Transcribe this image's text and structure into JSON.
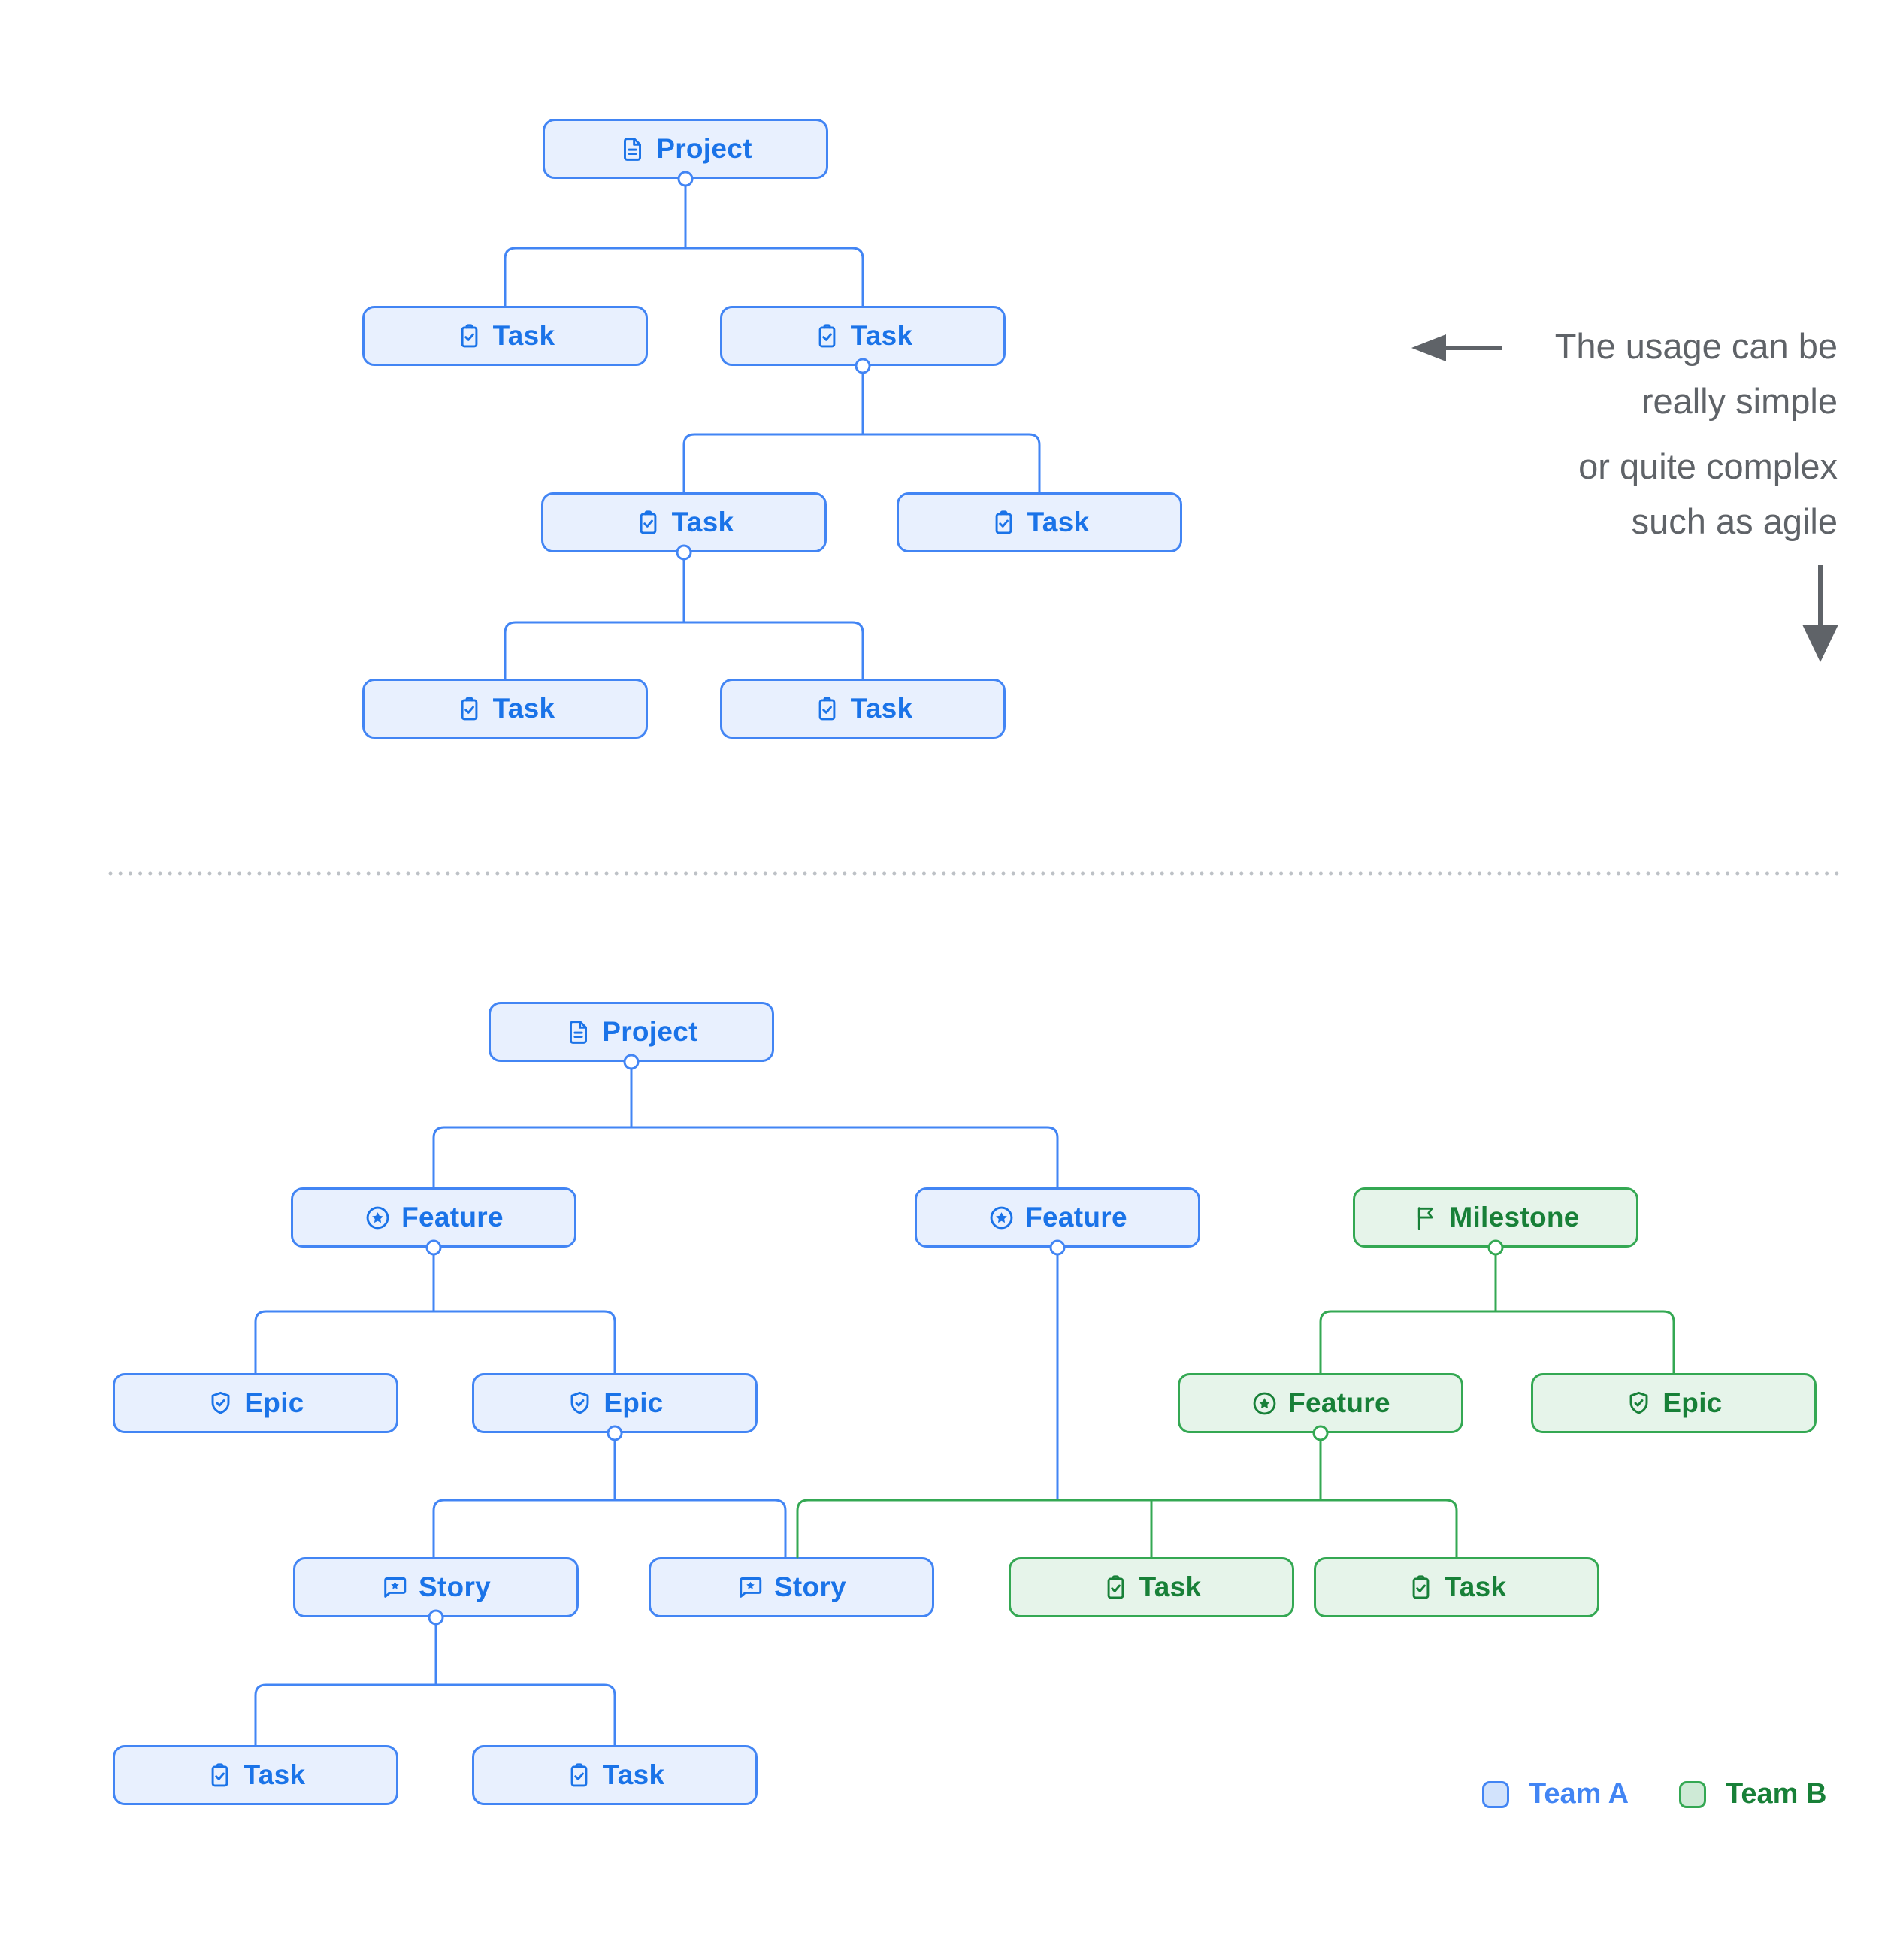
{
  "palette": {
    "team_a_border": "#4285F4",
    "team_a_fill": "#E8F0FE",
    "team_a_text": "#1A73E8",
    "team_b_border": "#34A853",
    "team_b_fill": "#E6F4EA",
    "team_b_text": "#188038",
    "annotation_text": "#5F6368",
    "divider_dots": "#BDC1C6"
  },
  "simple_tree": {
    "nodes": {
      "project": {
        "label": "Project",
        "icon": "document-icon",
        "team": "A"
      },
      "task_1": {
        "label": "Task",
        "icon": "task-icon",
        "team": "A"
      },
      "task_2": {
        "label": "Task",
        "icon": "task-icon",
        "team": "A"
      },
      "task_3": {
        "label": "Task",
        "icon": "task-icon",
        "team": "A"
      },
      "task_4": {
        "label": "Task",
        "icon": "task-icon",
        "team": "A"
      },
      "task_5": {
        "label": "Task",
        "icon": "task-icon",
        "team": "A"
      },
      "task_6": {
        "label": "Task",
        "icon": "task-icon",
        "team": "A"
      }
    }
  },
  "complex_tree": {
    "nodes": {
      "project": {
        "label": "Project",
        "icon": "document-icon",
        "team": "A"
      },
      "feature_1": {
        "label": "Feature",
        "icon": "feature-icon",
        "team": "A"
      },
      "feature_2": {
        "label": "Feature",
        "icon": "feature-icon",
        "team": "A"
      },
      "milestone": {
        "label": "Milestone",
        "icon": "milestone-flag-icon",
        "team": "B"
      },
      "epic_1": {
        "label": "Epic",
        "icon": "epic-icon",
        "team": "A"
      },
      "epic_2": {
        "label": "Epic",
        "icon": "epic-icon",
        "team": "A"
      },
      "feature_green": {
        "label": "Feature",
        "icon": "feature-icon",
        "team": "B"
      },
      "epic_green": {
        "label": "Epic",
        "icon": "epic-icon",
        "team": "B"
      },
      "story_1": {
        "label": "Story",
        "icon": "story-icon",
        "team": "A"
      },
      "story_2": {
        "label": "Story",
        "icon": "story-icon",
        "team": "A"
      },
      "task_green_1": {
        "label": "Task",
        "icon": "task-icon",
        "team": "B"
      },
      "task_green_2": {
        "label": "Task",
        "icon": "task-icon",
        "team": "B"
      },
      "task_1": {
        "label": "Task",
        "icon": "task-icon",
        "team": "A"
      },
      "task_2": {
        "label": "Task",
        "icon": "task-icon",
        "team": "A"
      }
    }
  },
  "annotation": {
    "simple_line1": "The usage can be",
    "simple_line2": "really simple",
    "complex_line1": "or quite complex",
    "complex_line2": "such as agile"
  },
  "legend": {
    "team_a": "Team A",
    "team_b": "Team B"
  }
}
